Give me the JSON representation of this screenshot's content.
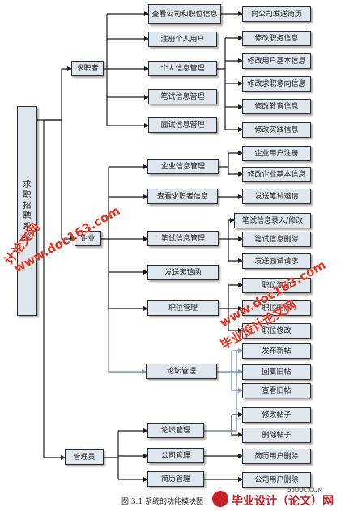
{
  "diagram": {
    "root": "求职招聘系统",
    "level1": {
      "job_seeker": "求职者",
      "enterprise": "企业",
      "admin": "管理员"
    },
    "job_seeker": {
      "view_company": "查看公司和职位信息",
      "register": "注册个人用户",
      "personal_info": "个人信息管理",
      "written_test": "笔试信息管理",
      "interview": "面试信息管理"
    },
    "job_seeker_leaves": {
      "send_resume": "向公司发送简历",
      "edit_position": "修改职务信息",
      "edit_basic": "修改用户基本信息",
      "edit_intent": "修改求职意向信息",
      "edit_education": "修改教育信息",
      "edit_practice": "修改实践信息"
    },
    "enterprise": {
      "company_info": "企业信息管理",
      "view_seekers": "查看求职者信息",
      "written_test": "笔试信息管理",
      "send_invite": "发送邀请函",
      "position": "职位管理",
      "forum": "论坛管理"
    },
    "enterprise_leaves": {
      "company_register": "企业用户注册",
      "edit_company_basic": "修改企业基本信息",
      "send_test_invite": "发送笔试邀请",
      "test_entry": "笔试信息录入/修改",
      "test_delete": "笔试信息删除",
      "send_interview_notice": "发送面试请求",
      "position_add": "职位添加",
      "position_delete": "职位删除",
      "position_edit": "职位修改",
      "post_new": "发布新帖",
      "reply_old": "回复旧帖",
      "view_old": "查看旧帖"
    },
    "admin": {
      "forum": "论坛管理",
      "company": "公司管理",
      "resume": "简历管理"
    },
    "admin_leaves": {
      "edit_post": "修改帖子",
      "delete_post": "删除帖子",
      "resume_user_delete": "简历用户删除",
      "company_user_delete": "公司用户删除"
    },
    "caption": "图 3.1  系统的功能模块图"
  },
  "watermarks": {
    "url": "www.doc163.com",
    "brand": "毕业设计论文网",
    "short": "计论文网",
    "site": "56DOC.COM",
    "logo_text": "毕业设计（论文）网"
  },
  "colors": {
    "node_fill": "#dfe6ee",
    "line": "#1a1a1a",
    "forum_line": "#7f98b3",
    "watermark": "#e8321e"
  }
}
